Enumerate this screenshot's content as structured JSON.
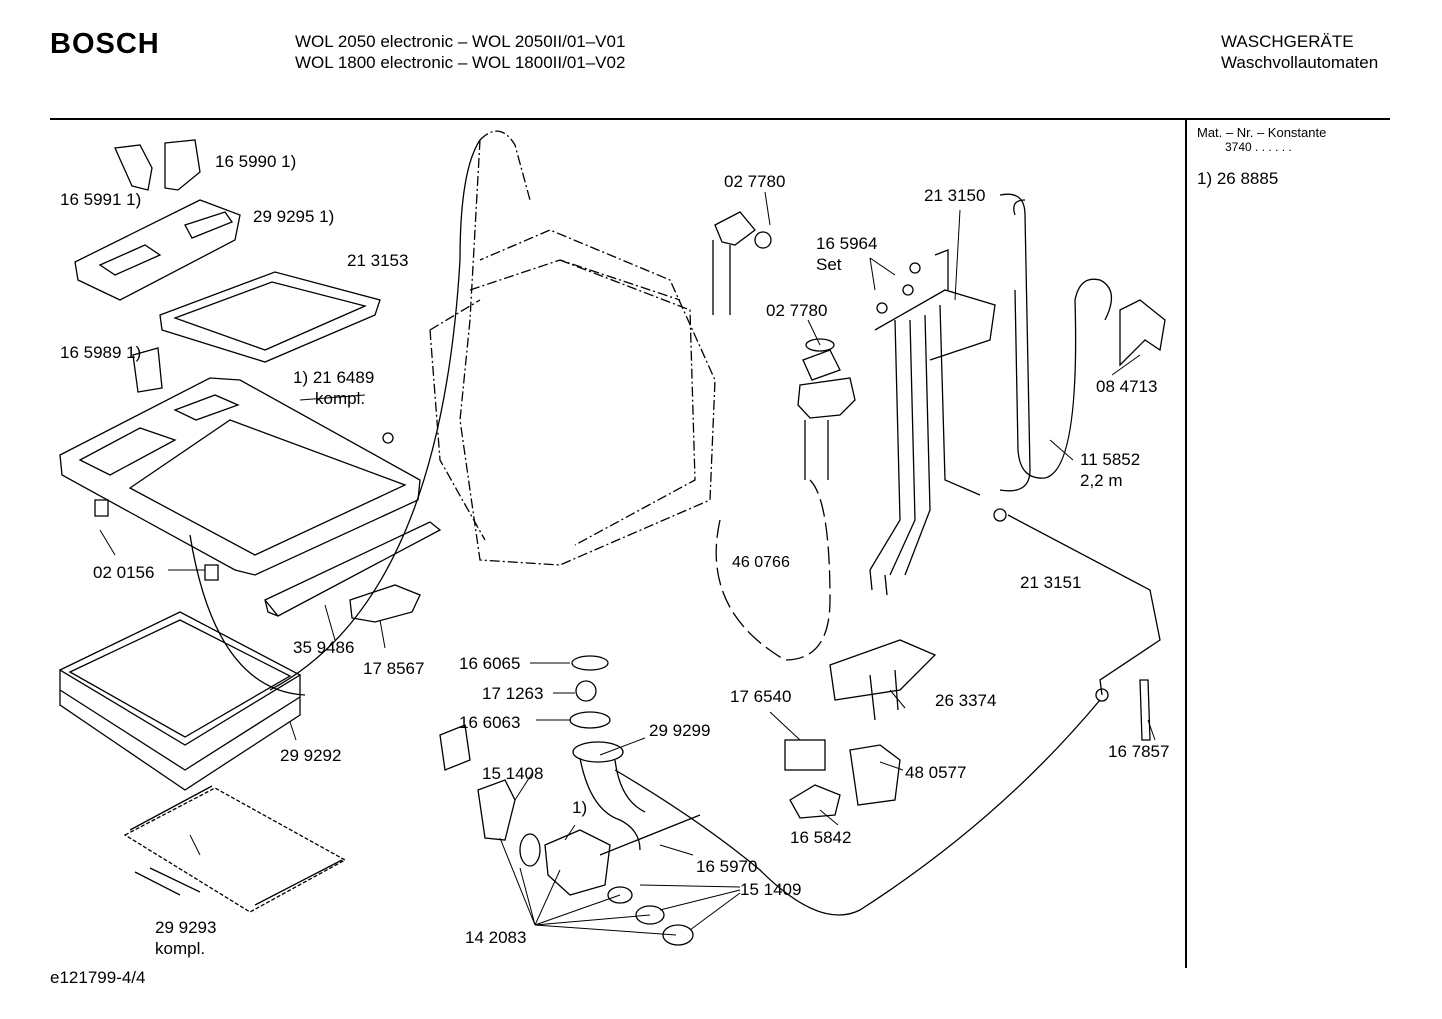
{
  "header": {
    "brand": "BOSCH",
    "model_line_1": "WOL 2050 electronic – WOL 2050II/01–V01",
    "model_line_2": "WOL 1800 electronic – WOL 1800II/01–V02",
    "category_1": "WASCHGERÄTE",
    "category_2": "Waschvollautomaten"
  },
  "sidebar": {
    "mat_label": "Mat. – Nr. – Konstante",
    "mat_value": "3740  .  .   .  .  .  .",
    "footnote": "1) 26 8885"
  },
  "parts": {
    "p165990": "16 5990 1)",
    "p165991": "16 5991 1)",
    "p299295": "29 9295 1)",
    "p213153": "21 3153",
    "p165989": "16 5989 1)",
    "p216489": "1) 21 6489",
    "p216489b": "kompl.",
    "p020156": "02 0156",
    "p359486": "35 9486",
    "p178567": "17 8567",
    "p299292": "29 9292",
    "p299293": "29 9293",
    "p299293b": "kompl.",
    "p027780a": "02 7780",
    "p027780b": "02 7780",
    "p460766": "46 0766",
    "p165964": "16 5964",
    "p165964b": "Set",
    "p213150": "21 3150",
    "p084713": "08 4713",
    "p115852": "11 5852",
    "p115852b": "2,2 m",
    "p213151": "21 3151",
    "p263374": "26 3374",
    "p167857": "16 7857",
    "p166065": "16 6065",
    "p171263": "17 1263",
    "p166063": "16 6063",
    "p299299": "29 9299",
    "p151408": "15 1408",
    "p1note": "1)",
    "p176540": "17 6540",
    "p480577": "48 0577",
    "p165842": "16 5842",
    "p165970": "16 5970",
    "p151409": "15 1409",
    "p142083": "14 2083"
  },
  "footer": {
    "doc_id": "e121799-4/4"
  }
}
